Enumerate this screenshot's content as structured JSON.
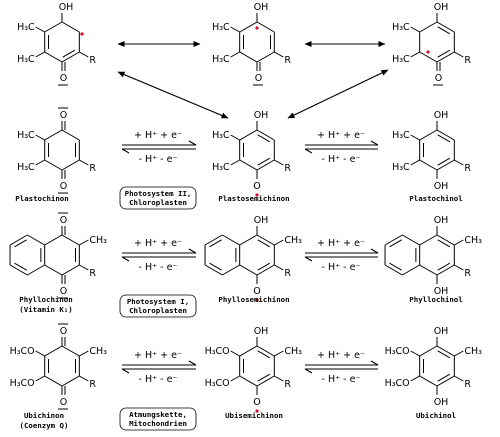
{
  "labels": {
    "plastochinon": "Plastochinon",
    "plastosemichinon": "Plastosemichinon",
    "plastochinol": "Plastochinol",
    "phyllochinon": "Phyllochinon",
    "phyllochinon_sub": "(Vitamin K₁)",
    "phyllosemichinon": "Phyllosemichinon",
    "phyllochinol": "Phyllochinol",
    "ubichinon": "Ubichinon",
    "ubichinon_sub": "(Coenzym Q)",
    "ubisemichinon": "Ubisemichinon",
    "ubichinol": "Ubichinol"
  },
  "boxes": {
    "ps2_line1": "Photosystem II,",
    "ps2_line2": "Chloroplasten",
    "ps1_line1": "Photosystem I,",
    "ps1_line2": "Chloroplasten",
    "atm_line1": "Atmungskette,",
    "atm_line2": "Mitochondrien"
  },
  "reaction": {
    "forward": "+ H⁺ + e⁻",
    "backward": "- H⁺ - e⁻"
  },
  "atoms": {
    "OH": "OH",
    "O": "O",
    "R": "R",
    "H3C": "H₃C",
    "H3CO": "H₃CO",
    "CH3": "CH₃"
  },
  "colors": {
    "radical": "#d0102a",
    "ink": "#000000"
  }
}
